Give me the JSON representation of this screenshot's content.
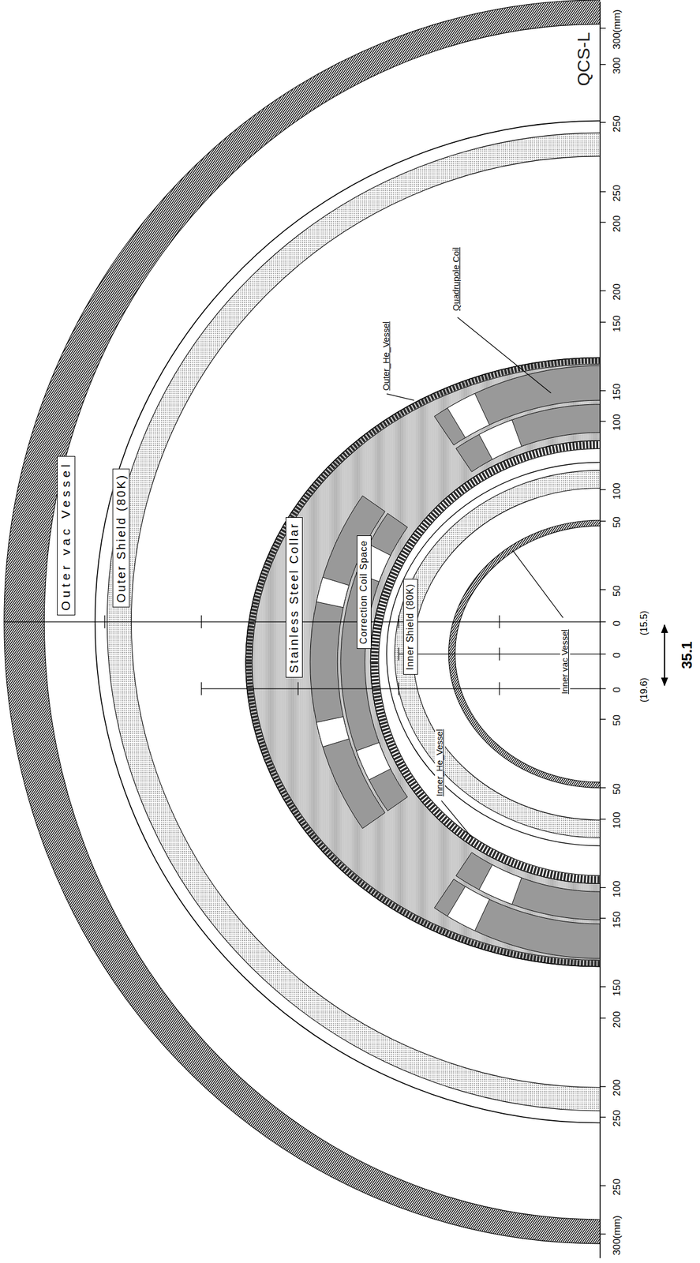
{
  "diagram": {
    "title": "QCS-L",
    "nodes": [
      {
        "text": [
          "Outer vac Vessel"
        ]
      },
      {
        "text": [
          "Outer Shield (80K)"
        ]
      },
      {
        "text": [
          "Stainless Steel Collar"
        ]
      },
      {
        "text": [
          "Correction Coil Space"
        ]
      },
      {
        "text": [
          "Inner Shield (80K)"
        ]
      }
    ],
    "labels": [
      "Outer_He_Vessel",
      "Quadrupole Coil",
      "Inner_He_Vessel",
      "Inner vac Vessel",
      "300(mm)",
      "300",
      "250",
      "250",
      "200",
      "200",
      "150",
      "150",
      "100",
      "100",
      "50",
      "50",
      "0",
      "(15.5)",
      "0",
      "0",
      "(19.6)",
      "35.1",
      "50",
      "50",
      "100",
      "100",
      "150",
      "150",
      "200",
      "200",
      "250",
      "250",
      "300(mm)"
    ]
  }
}
